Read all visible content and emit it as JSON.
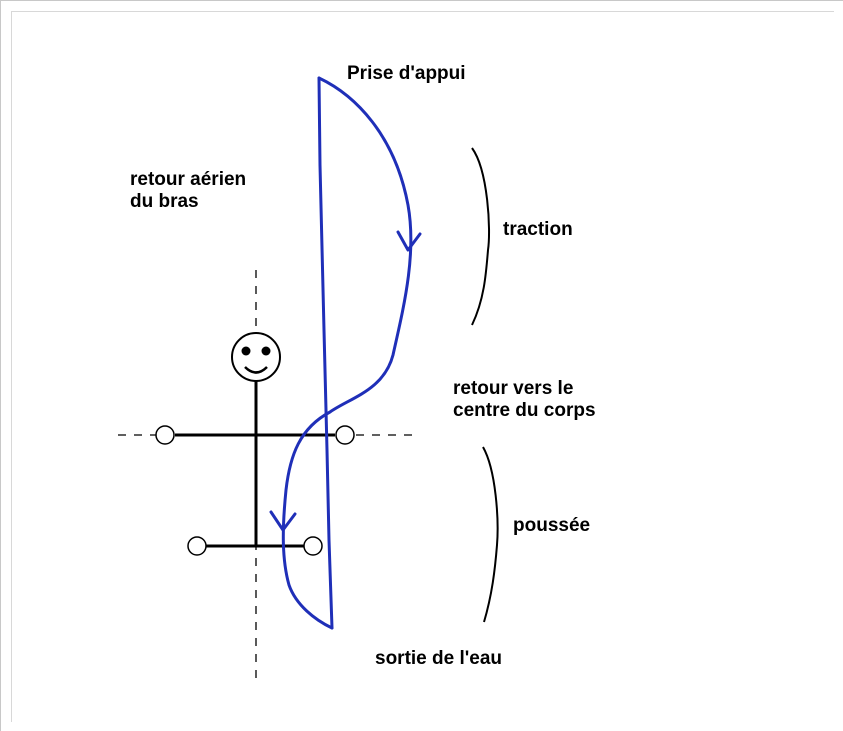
{
  "labels": {
    "prise_appui": "Prise d'appui",
    "retour_aerien_line1": "retour aérien",
    "retour_aerien_line2": "du bras",
    "traction": "traction",
    "retour_centre_line1": "retour vers le",
    "retour_centre_line2": "centre du corps",
    "poussee": "poussée",
    "sortie_eau": "sortie de l'eau"
  },
  "colors": {
    "stroke_path": "#1f2fb8",
    "figure": "#000000",
    "bracket": "#000000"
  }
}
